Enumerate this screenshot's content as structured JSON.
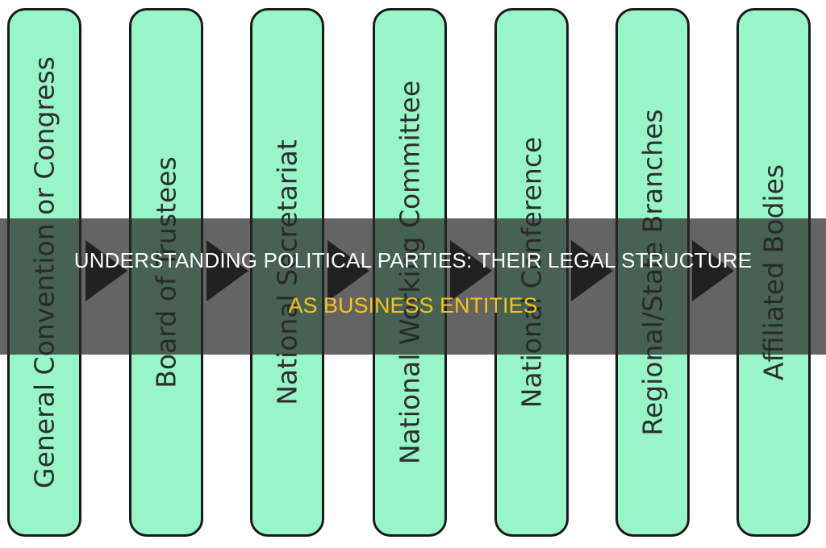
{
  "diagram": {
    "boxes": [
      "General Convention or Congress",
      "Board of Trustees",
      "National Secretariat",
      "National Working Committee",
      "National Conference",
      "Regional/State Branches",
      "Affiliated Bodies"
    ],
    "box_color": "#97f5c8",
    "arrow_color": "#111111"
  },
  "title": {
    "line1": "UNDERSTANDING POLITICAL PARTIES: THEIR LEGAL STRUCTURE",
    "line2": "AS BUSINESS ENTITIES",
    "line1_color": "#ffffff",
    "line2_color": "#f5c518"
  }
}
